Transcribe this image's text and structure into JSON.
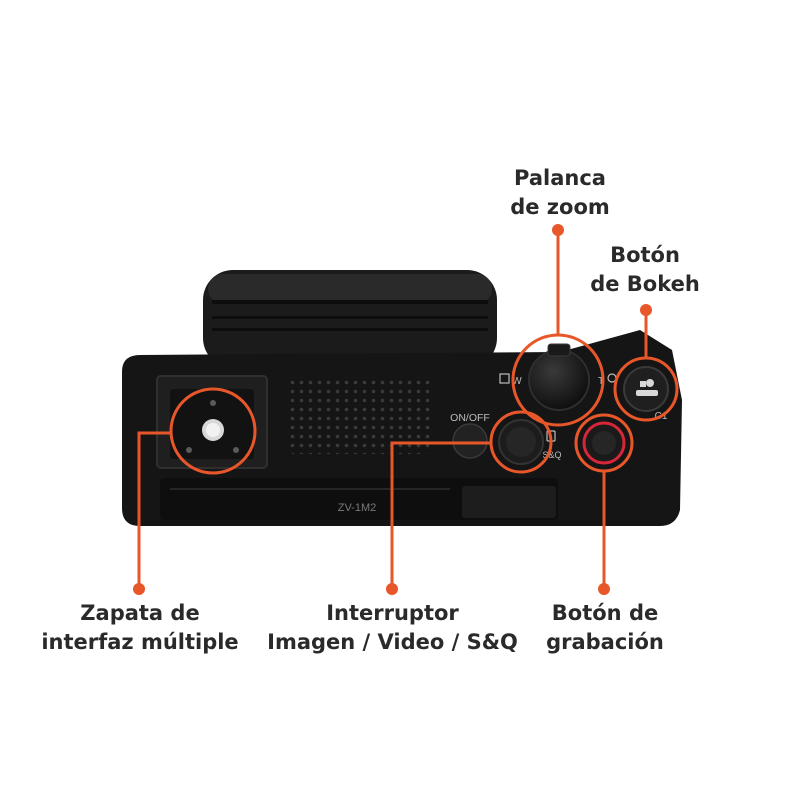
{
  "labels": {
    "zoom_lever": [
      "Palanca",
      "de zoom"
    ],
    "bokeh_button": [
      "Botón",
      "de Bokeh"
    ],
    "multi_interface_shoe": [
      "Zapata de",
      "interfaz múltiple"
    ],
    "mode_switch": [
      "Interruptor",
      "Imagen / Video / S&Q"
    ],
    "record_button": [
      "Botón de",
      "grabación"
    ]
  },
  "camera_markings": {
    "on_off": "ON/OFF",
    "model": "ZV-1M2",
    "zoom_wide": "W",
    "zoom_tele": "T",
    "sq": "S&Q",
    "custom": "C1"
  },
  "colors": {
    "callout": "#e8572a",
    "label_text": "#2a2a2a",
    "camera_body": "#151515",
    "record_ring": "#d6263a"
  }
}
